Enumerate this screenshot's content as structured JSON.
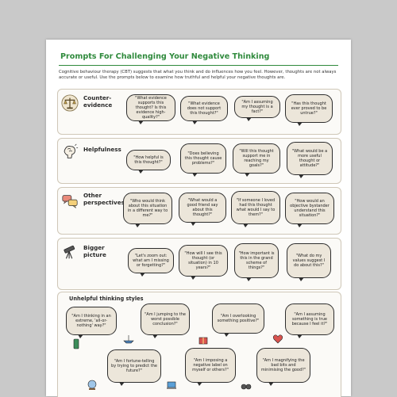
{
  "title": "Prompts For Challenging Your Negative Thinking",
  "intro": "Cognitive behaviour therapy (CBT) suggests that what you think and do influences how you feel. However, thoughts are not always accurate or useful. Use the prompts below to examine how truthful and helpful your negative thoughts are.",
  "sections": [
    {
      "label": "Counter-evidence",
      "bubbles": [
        "\"What evidence supports this thought? Is this evidence high-quality?\"",
        "\"What evidence does not support this thought?\"",
        "\"Am I assuming my thought is a fact?\"",
        "\"Has this thought ever proved to be untrue?\""
      ]
    },
    {
      "label": "Helpfulness",
      "bubbles": [
        "\"How helpful is this thought?\"",
        "\"Does believing this thought cause problems?\"",
        "\"Will this thought support me in reaching my goals?\"",
        "\"What would be a more useful thought or attitude?\""
      ]
    },
    {
      "label": "Other perspectives",
      "bubbles": [
        "\"Who would think about this situation in a different way to me?\"",
        "\"What would a good friend say about this thought?\"",
        "\"If someone I loved had this thought what would I say to them?\"",
        "\"How would an objective bystander understand this situation?\""
      ]
    },
    {
      "label": "Bigger picture",
      "bubbles": [
        "\"Let's zoom out: what am I missing or forgetting?\"",
        "\"How will I see this thought (or situation) in 10 years?\"",
        "\"How important is this in the grand scheme of things?\"",
        "\"What do my values suggest I do about this?\""
      ]
    }
  ],
  "unhelpful": {
    "label": "Unhelpful thinking styles",
    "bubbles": [
      "\"Am I thinking in an extreme, 'all-or-nothing' way?\"",
      "\"Am I jumping to the worst possible conclusion?\"",
      "\"Am I overlooking something positive?\"",
      "\"Am I assuming something is true because I feel it?\"",
      "\"Am I fortune-telling by trying to predict the future?\"",
      "\"Am I imposing a negative label on myself or others?\"",
      "\"Am I magnifying the bad bits and minimising the good?\""
    ]
  }
}
